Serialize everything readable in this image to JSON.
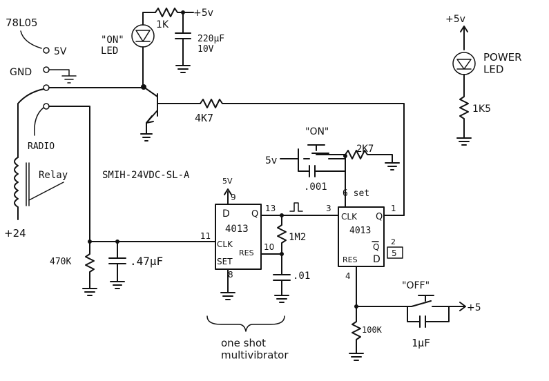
{
  "labels": {
    "regulator": "78L05",
    "reg_out": "5V",
    "gnd": "GND",
    "on_led_name": "\"ON\"\nLED",
    "r_led": "1K",
    "vcc_top": "+5v",
    "cap_top": "220µF\n10V",
    "power_led_vcc": "+5v",
    "power_led": "POWER\nLED",
    "r_power_led": "1K5",
    "r_base": "4K7",
    "radio": "RADIO",
    "relay": "Relay",
    "relay_part": "SMIH-24VDC-SL-A",
    "supply24": "+24",
    "on_switch": "\"ON\"",
    "on_5v": "5v",
    "r_on": "2K7",
    "c_on": ".001",
    "pin_set": "6 set",
    "ic1_name": "4013",
    "ic1_d": "D",
    "ic1_q": "Q",
    "ic1_clk": "CLK",
    "ic1_set": "SET",
    "ic1_res": "RES",
    "ic1_pin9": "9",
    "ic1_5v": "5V",
    "ic1_pin11": "11",
    "ic1_pin13": "13",
    "ic1_pin10": "10",
    "ic1_pin8": "8",
    "r_timing": "1M2",
    "c_timing": ".01",
    "c_clk": ".47µF",
    "r_clk": "470K",
    "ic2_name": "4013",
    "ic2_clk": "CLK",
    "ic2_q": "Q",
    "ic2_qbar": "Q",
    "ic2_d": "D",
    "ic2_res": "RES",
    "ic2_pin3": "3",
    "ic2_pin1": "1",
    "ic2_pin2": "2",
    "ic2_pin5": "5",
    "ic2_pin4": "4",
    "off_switch": "\"OFF\"",
    "off_vcc": "+5",
    "r_off": "100K",
    "c_off": "1µF",
    "caption": "one shot\nmultivibrator"
  }
}
